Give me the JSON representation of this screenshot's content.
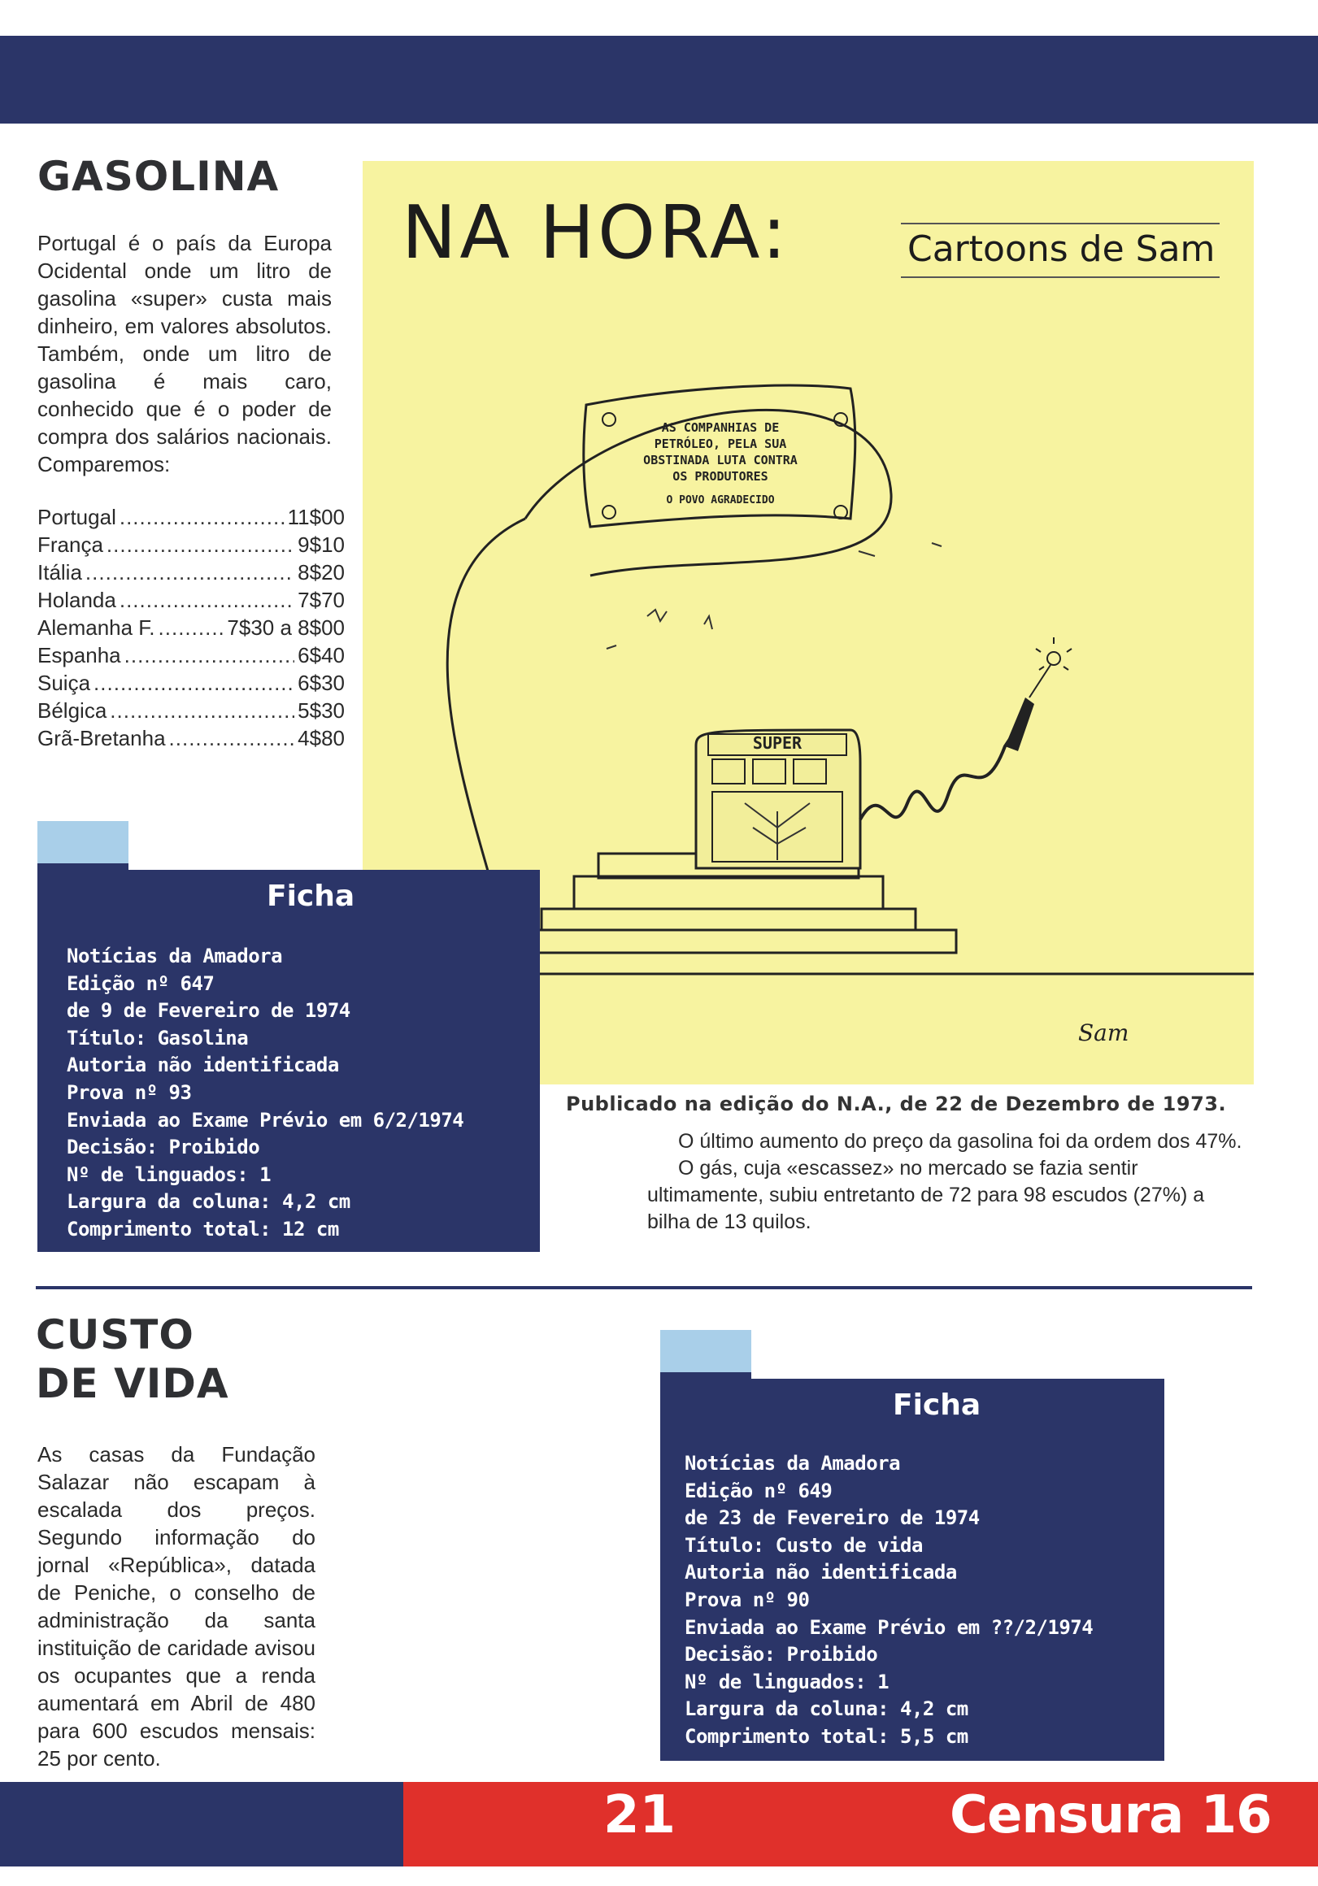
{
  "gasolina": {
    "title": "GASOLINA",
    "intro": "Portugal é o país da Europa Ocidental onde um litro de gasolina «super» custa mais dinheiro, em valores absolutos. Também, onde um litro de gasolina é mais caro, conhecido que é o poder de compra dos salários nacionais. Comparemos:",
    "prices": [
      {
        "country": "Portugal",
        "price": "11$00"
      },
      {
        "country": "França",
        "price": "9$10"
      },
      {
        "country": "Itália",
        "price": "8$20"
      },
      {
        "country": "Holanda",
        "price": "7$70"
      },
      {
        "country": "Alemanha F.",
        "price": "7$30 a 8$00"
      },
      {
        "country": "Espanha",
        "price": "6$40"
      },
      {
        "country": "Suiça",
        "price": "6$30"
      },
      {
        "country": "Bélgica",
        "price": "5$30"
      },
      {
        "country": "Grã-Bretanha",
        "price": "4$80"
      }
    ]
  },
  "cartoon": {
    "headline": "NA HORA:",
    "subtitle": "Cartoons de Sam",
    "balloon_lines": [
      "AS COMPANHIAS DE",
      "PETRÓLEO, PELA SUA",
      "OBSTINADA LUTA CONTRA",
      "OS PRODUTORES"
    ],
    "balloon_footer": "O POVO AGRADECIDO",
    "pump_label": "SUPER",
    "signature": "Sam",
    "caption": "Publicado na edição do N.A., de 22 de Dezembro de 1973."
  },
  "ficha1": {
    "title": "Ficha",
    "lines": [
      "Notícias da Amadora",
      "Edição nº 647",
      "de 9 de Fevereiro de 1974",
      "Título: Gasolina",
      "Autoria não identificada",
      "Prova nº 93",
      "Enviada ao Exame Prévio em 6/2/1974",
      "Decisão: Proibido",
      "Nº de linguados: 1",
      "Largura da coluna: 4,2 cm",
      "Comprimento total: 12 cm"
    ]
  },
  "article": {
    "p1": "O último aumento do preço da gasolina foi da ordem dos 47%.",
    "p2": "O gás, cuja «escassez» no mercado se fazia sentir ultimamente, subiu entretanto de 72 para 98 escudos (27%) a bilha de 13 quilos."
  },
  "custo": {
    "title_line1": "CUSTO",
    "title_line2": "DE VIDA",
    "text": "As casas da Fundação Salazar não escapam à escalada dos preços. Segundo informação do jornal «República», datada de Peniche, o conselho de administração da santa instituição de caridade avisou os ocupantes que a renda aumentará em Abril de 480 para 600 escudos mensais: 25 por cento."
  },
  "ficha2": {
    "title": "Ficha",
    "lines": [
      "Notícias da Amadora",
      "Edição nº 649",
      "de 23 de Fevereiro de 1974",
      "Título: Custo de vida",
      "Autoria não identificada",
      "Prova nº 90",
      "Enviada ao Exame Prévio em ??/2/1974",
      "Decisão: Proibido",
      "Nº de linguados: 1",
      "Largura da coluna: 4,2 cm",
      "Comprimento total: 5,5 cm"
    ]
  },
  "footer": {
    "page_number": "21",
    "brand": "Censura 16"
  },
  "colors": {
    "navy": "#2b3568",
    "red": "#e0302b",
    "cartoon_bg": "#f7f3a0",
    "tab_light": "#a9cfe9"
  }
}
